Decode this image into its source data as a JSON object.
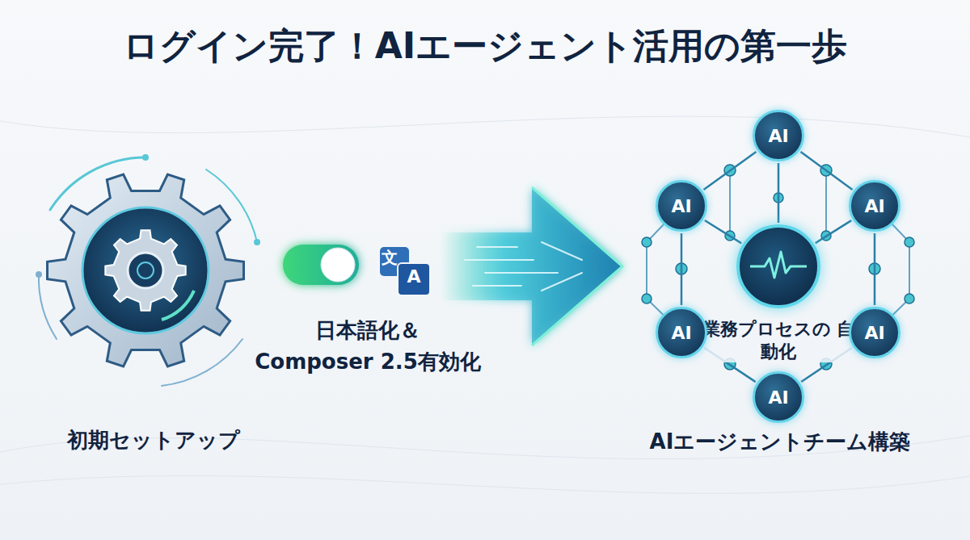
{
  "diagram": {
    "title": "ログイン完了！AIエージェント活用の第一歩",
    "nodes": [
      {
        "text": [
          "AI"
        ]
      },
      {
        "text": [
          "AI"
        ]
      },
      {
        "text": [
          "AI"
        ]
      },
      {
        "text": [
          "業務プロセスの 自動化"
        ]
      },
      {
        "text": [
          "AI"
        ]
      },
      {
        "text": [
          "AI"
        ]
      },
      {
        "text": [
          "AI"
        ]
      }
    ],
    "edges": [
      {
        "from": 3,
        "to": 0,
        "arrow": "none"
      },
      {
        "from": 3,
        "to": 1,
        "arrow": "none"
      },
      {
        "from": 3,
        "to": 2,
        "arrow": "none"
      },
      {
        "from": 0,
        "to": 2,
        "arrow": "none"
      },
      {
        "from": 2,
        "to": 5,
        "arrow": "none"
      },
      {
        "from": 5,
        "to": 6,
        "arrow": "none"
      },
      {
        "from": 6,
        "to": 4,
        "arrow": "none"
      },
      {
        "from": 4,
        "to": 1,
        "arrow": "none"
      },
      {
        "from": 1,
        "to": 0,
        "arrow": "none"
      }
    ],
    "labels": [
      "初期セットアップ",
      "文",
      "A",
      "日本語化＆ Composer 2.5有効化",
      "AIエージェントチーム構築"
    ]
  }
}
